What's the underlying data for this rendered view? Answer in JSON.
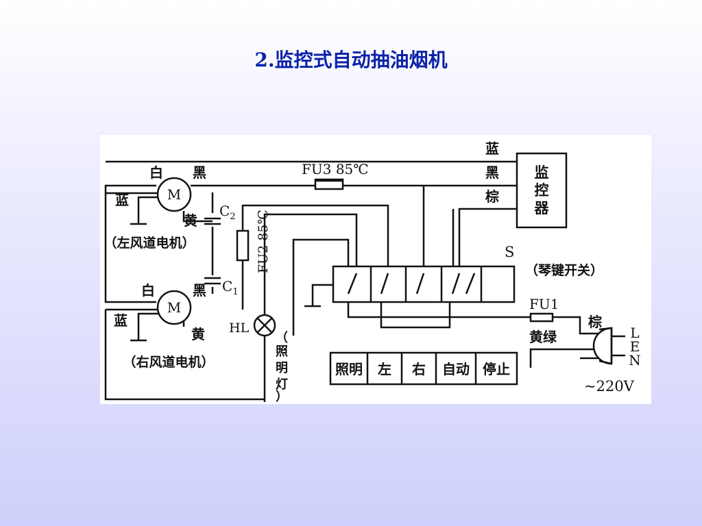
{
  "slide": {
    "title": "2.监控式自动抽油烟机"
  },
  "wires_top": [
    "蓝",
    "黑",
    "棕"
  ],
  "monitor": {
    "label": [
      "监",
      "控",
      "器"
    ]
  },
  "fuses": {
    "fu3": "FU3 85℃",
    "fu2": "FU2 85℃",
    "fu1": "FU1"
  },
  "motor_left": {
    "white": "白",
    "black": "黑",
    "blue": "蓝",
    "yellow": "黄",
    "symbol": "M",
    "capacitor": "C",
    "cap_sub": "2",
    "caption": "（左风道电机）"
  },
  "motor_right": {
    "white": "白",
    "black": "黑",
    "blue": "蓝",
    "yellow": "黄",
    "symbol": "M",
    "capacitor": "C",
    "cap_sub": "1",
    "caption": "（右风道电机）"
  },
  "switch": {
    "name": "S",
    "caption": "（琴键开关）"
  },
  "lamp": {
    "name": "HL",
    "caption": [
      "（",
      "照",
      "明",
      "灯",
      "）"
    ]
  },
  "power": {
    "brown": "棕",
    "yellow_green": "黄绿",
    "pins": [
      "L",
      "E",
      "N"
    ],
    "voltage": "~220V"
  },
  "keys": [
    "照明",
    "左",
    "右",
    "自动",
    "停止"
  ]
}
